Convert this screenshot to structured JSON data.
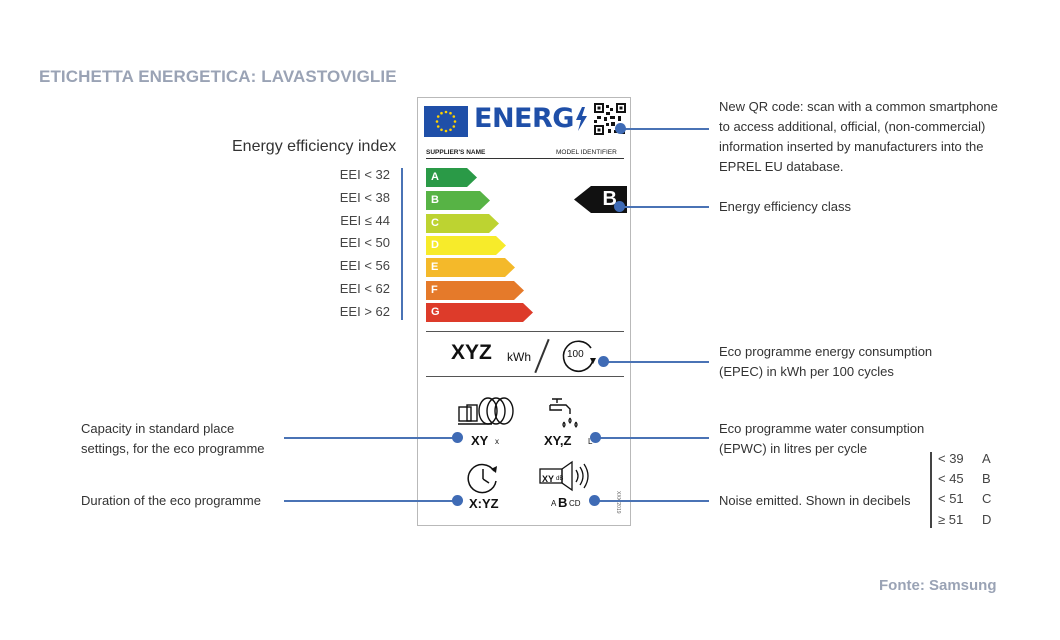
{
  "title": "ETICHETTA ENERGETICA: LAVASTOVIGLIE",
  "source": "Fonte: Samsung",
  "eei": {
    "heading": "Energy efficiency index",
    "items": [
      "EEI < 32",
      "EEI < 38",
      "EEI ≤ 44",
      "EEI < 50",
      "EEI < 56",
      "EEI < 62",
      "EEI > 62"
    ]
  },
  "label": {
    "energy_word": "ENERG",
    "supplier": "SUPPLIER'S NAME",
    "model": "MODEL IDENTIFIER",
    "classes": [
      {
        "letter": "A",
        "color": "#2a9a47"
      },
      {
        "letter": "B",
        "color": "#57b345"
      },
      {
        "letter": "C",
        "color": "#bdd331"
      },
      {
        "letter": "D",
        "color": "#f7eb2a"
      },
      {
        "letter": "E",
        "color": "#f4b92a"
      },
      {
        "letter": "F",
        "color": "#e57a2a"
      },
      {
        "letter": "G",
        "color": "#dd3b2a"
      }
    ],
    "current_class": "B",
    "energy_value": "XYZ",
    "energy_unit": "kWh",
    "cycles": "100",
    "capacity_value": "XY",
    "capacity_unit": "x",
    "water_value": "XY,Z",
    "water_unit": "L",
    "duration_value": "X:YZ",
    "noise_db_value": "XY",
    "noise_db_unit": "dB",
    "noise_classes_a": "A",
    "noise_classes_b": "B",
    "noise_classes_cd": "CD",
    "vertical_code": "XXX/2019"
  },
  "annotations": {
    "qr": [
      "New QR code: scan with a common smartphone",
      "to access additional, official, (non-commercial)",
      "information inserted by manufacturers into the",
      "EPREL EU database."
    ],
    "class": "Energy efficiency class",
    "epec": [
      "Eco programme energy consumption",
      "(EPEC) in kWh per 100 cycles"
    ],
    "epwc": [
      "Eco programme water consumption",
      "(EPWC) in litres per cycle"
    ],
    "noise": "Noise emitted. Shown in decibels",
    "capacity": [
      "Capacity in standard place",
      "settings, for the eco programme"
    ],
    "duration": "Duration of the eco  programme"
  },
  "noise_table": [
    {
      "value": "< 39",
      "class": "A"
    },
    {
      "value": "< 45",
      "class": "B"
    },
    {
      "value": "< 51",
      "class": "C"
    },
    {
      "value": "≥ 51",
      "class": "D"
    }
  ],
  "colors": {
    "accent_blue": "#3f6bb5",
    "eu_blue": "#1f4fa8",
    "title_gray": "#9aa3b5"
  },
  "icons": [
    "eu-flag-icon",
    "lightning-icon",
    "qr-code-icon",
    "cycle-arrow-icon",
    "dishes-icon",
    "tap-icon",
    "clock-icon",
    "speaker-icon"
  ]
}
